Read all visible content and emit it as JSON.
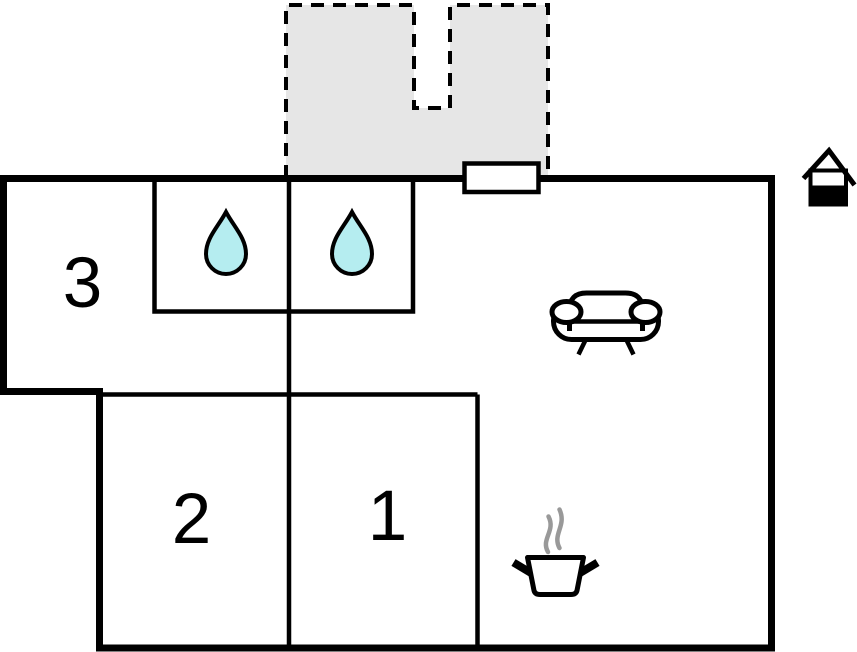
{
  "page": {
    "type": "property-floor-plan",
    "background_color": "#ffffff"
  },
  "rooms": [
    {
      "id": "room-1",
      "label": "1"
    },
    {
      "id": "room-2",
      "label": "2"
    },
    {
      "id": "room-3",
      "label": "3"
    }
  ],
  "terrace": {
    "fill_color": "#e6e6e6",
    "border_style": "dashed"
  },
  "icons": [
    {
      "name": "water-drop-icon",
      "count": 2,
      "fill_color": "#b5edf0"
    },
    {
      "name": "sofa-icon",
      "count": 1
    },
    {
      "name": "cooking-pot-icon",
      "count": 1,
      "steam_color": "#999999"
    },
    {
      "name": "house-icon",
      "count": 1
    }
  ],
  "colors": {
    "walls": "#000000",
    "terrace_fill": "#e6e6e6",
    "water_drop": "#b5edf0",
    "steam": "#999999"
  }
}
